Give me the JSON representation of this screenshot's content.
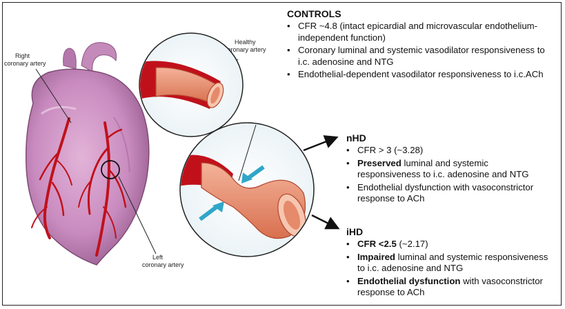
{
  "labels": {
    "right_coronary": [
      "Right",
      "coronary artery"
    ],
    "left_coronary": [
      "Left",
      "coronary artery"
    ],
    "healthy_coronary": [
      "Healthy",
      "coronary artery"
    ]
  },
  "controls": {
    "title": "CONTROLS",
    "items": [
      "CFR ~4.8 (intact epicardial and microvascular endothelium-independent function)",
      "Coronary luminal and systemic vasodilator responsiveness to i.c. adenosine and NTG",
      "Endothelial-dependent vasodilator responsiveness to i.c.ACh"
    ]
  },
  "nhd": {
    "title": "nHD",
    "item1": "CFR > 3 (~3.28)",
    "item2_bold": "Preserved",
    "item2_rest": " luminal and systemic responsiveness to i.c. adenosine and NTG",
    "item3": "Endothelial dysfunction with vasoconstrictor response to ACh"
  },
  "ihd": {
    "title": "iHD",
    "item1_bold": "CFR <2.5",
    "item1_rest": " (~2.17)",
    "item2_bold": "Impaired",
    "item2_rest": " luminal and systemic responsiveness to i.c. adenosine and NTG",
    "item3_bold": "Endothelial dysfunction",
    "item3_rest": " with vasoconstrictor response to ACh"
  },
  "colors": {
    "heart": "#c98bbf",
    "heart_dark": "#9a5e91",
    "artery": "#c0111b",
    "vessel_wall": "#e58a6a",
    "arrow_blue": "#2fa6c8"
  }
}
